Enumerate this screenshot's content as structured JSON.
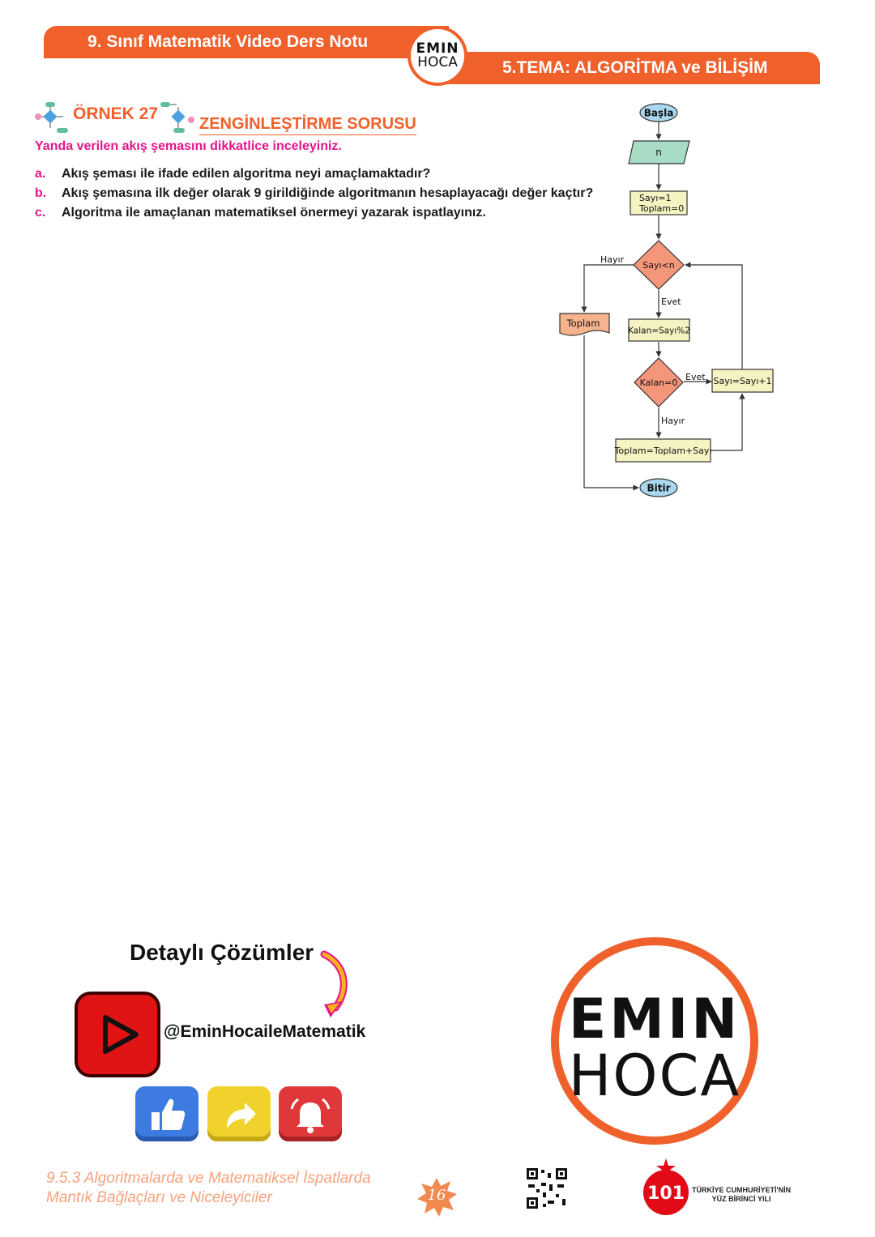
{
  "header": {
    "left_title": "9. Sınıf Matematik Video Ders Notu",
    "right_title": "5.TEMA: ALGORİTMA ve BİLİŞİM",
    "logo_line1": "EMIN",
    "logo_line2": "HOCA"
  },
  "example": {
    "label": "ÖRNEK 27",
    "tag": "ZENGİNLEŞTİRME SORUSU",
    "instruction": "Yanda verilen akış şemasını dikkatlice inceleyiniz.",
    "questions": [
      {
        "letter": "a.",
        "text": "Akış şeması ile ifade edilen algoritma neyi amaçlamaktadır?"
      },
      {
        "letter": "b.",
        "text": "Akış şemasına ilk değer olarak 9 girildiğinde algoritmanın hesaplayacağı değer kaçtır?"
      },
      {
        "letter": "c.",
        "text": "Algoritma ile amaçlanan matematiksel önermeyi yazarak ispatlayınız."
      }
    ]
  },
  "flowchart": {
    "start": "Başla",
    "input": "n",
    "init_line1": "Sayı=1",
    "init_line2": "Toplam=0",
    "cond1": "Sayı<n",
    "no1": "Hayır",
    "yes1": "Evet",
    "output": "Toplam",
    "mod": "Kalan=Sayı%2",
    "cond2": "Kalan=0",
    "yes2": "Evet",
    "no2": "Hayır",
    "increment": "Sayı=Sayı+1",
    "accumulate": "Toplam=Toplam+Sayı",
    "end": "Bitir",
    "colors": {
      "terminal": "#a9d8ee",
      "input": "#a8dcc4",
      "process": "#f5f3c2",
      "decision": "#f4967a",
      "output": "#f7b38d"
    }
  },
  "promo": {
    "title": "Detaylı Çözümler",
    "handle": "@EminHocaileMatematik",
    "icons": [
      "youtube-icon",
      "like-icon",
      "share-icon",
      "bell-icon"
    ]
  },
  "footer": {
    "topic_line1": "9.5.3 Algoritmalarda ve Matematiksel İspatlarda",
    "topic_line2": "Mantık Bağlaçları ve Niceleyiciler",
    "page_number": "16",
    "tc_line1": "TÜRKİYE CUMHURİYETİ'NİN",
    "tc_line2": "YÜZ BİRİNCİ YILI",
    "tc_badge": "101"
  },
  "theme": {
    "accent": "#f0602b",
    "magenta": "#e5148a"
  }
}
